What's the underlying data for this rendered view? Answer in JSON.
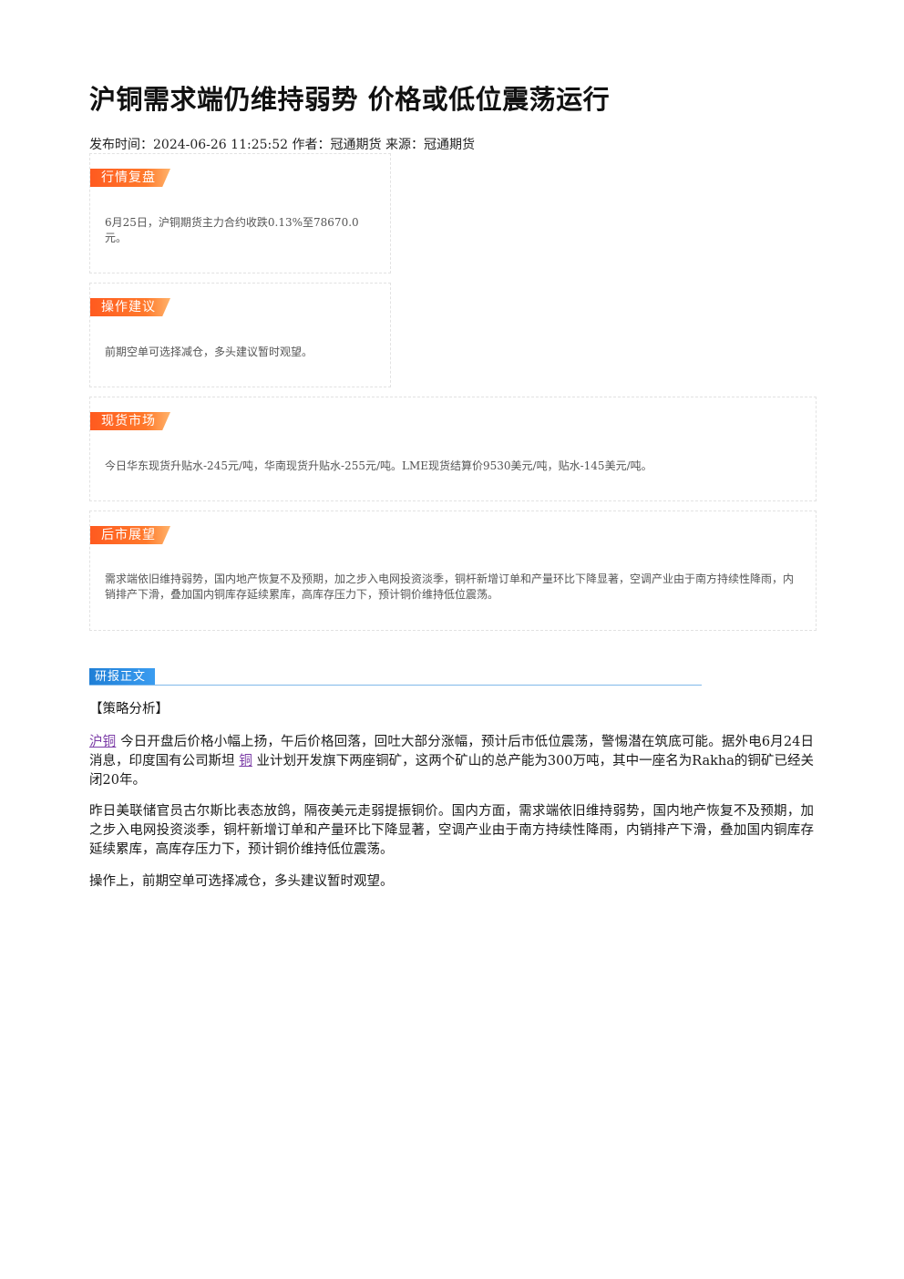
{
  "article": {
    "title": "沪铜需求端仍维持弱势 价格或低位震荡运行",
    "meta": {
      "publish_label": "发布时间：",
      "publish_time": "2024-06-26 11:25:52",
      "author_label": "作者：",
      "author": "冠通期货",
      "source_label": "来源：",
      "source": "冠通期货"
    }
  },
  "sections": [
    {
      "tag": "行情复盘",
      "text": "6月25日，沪铜期货主力合约收跌0.13%至78670.0元。"
    },
    {
      "tag": "操作建议",
      "text": "前期空单可选择减仓，多头建议暂时观望。"
    },
    {
      "tag": "现货市场",
      "text": "今日华东现货升贴水-245元/吨，华南现货升贴水-255元/吨。LME现货结算价9530美元/吨，贴水-145美元/吨。"
    },
    {
      "tag": "后市展望",
      "text": "需求端依旧维持弱势，国内地产恢复不及预期，加之步入电网投资淡季，铜杆新增订单和产量环比下降显著，空调产业由于南方持续性降雨，内销排产下滑，叠加国内铜库存延续累库，高库存压力下，预计铜价维持低位震荡。"
    }
  ],
  "research": {
    "tag": "研报正文",
    "strategy_heading": "【策略分析】",
    "para1": {
      "link1": "沪铜",
      "text1": " 今日开盘后价格小幅上扬，午后价格回落，回吐大部分涨幅，预计后市低位震荡，警惕潜在筑底可能。据外电6月24日消息，印度国有公司斯坦 ",
      "link2": "铜",
      "text2": " 业计划开发旗下两座铜矿，这两个矿山的总产能为300万吨，其中一座名为Rakha的铜矿已经关闭20年。"
    },
    "para2": "昨日美联储官员古尔斯比表态放鸽，隔夜美元走弱提振铜价。国内方面，需求端依旧维持弱势，国内地产恢复不及预期，加之步入电网投资淡季，铜杆新增订单和产量环比下降显著，空调产业由于南方持续性降雨，内销排产下滑，叠加国内铜库存延续累库，高库存压力下，预计铜价维持低位震荡。",
    "para3": "操作上，前期空单可选择减仓，多头建议暂时观望。"
  },
  "colors": {
    "tag_orange": "#ff5a1f",
    "tag_blue": "#1f7fd6",
    "link_purple": "#7a3aa6"
  }
}
